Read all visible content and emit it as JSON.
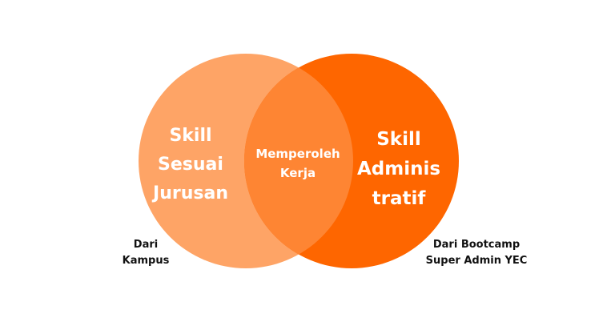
{
  "colors": {
    "left_circle": "#FEA466",
    "right_circle": "#FE6600",
    "overlap": "#FE8533",
    "label_text": "#FFFFFF",
    "caption_text": "#111111"
  },
  "venn": {
    "left": {
      "label": "Skill\nSesuai\nJurusan",
      "caption": "Dari\nKampus"
    },
    "right": {
      "label": "Skill\nAdminis\ntratif",
      "caption": "Dari Bootcamp\nSuper Admin YEC"
    },
    "overlap": {
      "label": "Memperoleh\nKerja"
    }
  }
}
